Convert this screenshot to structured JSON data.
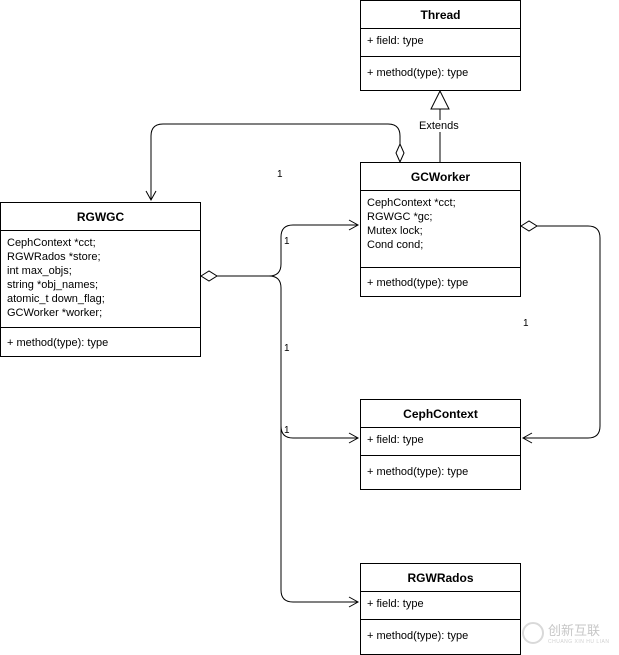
{
  "classes": {
    "thread": {
      "name": "Thread",
      "fields": [
        "+ field: type"
      ],
      "methods": [
        "+ method(type): type"
      ]
    },
    "gcworker": {
      "name": "GCWorker",
      "fields": [
        "CephContext *cct;",
        "RGWGC *gc;",
        "Mutex lock;",
        "Cond cond;"
      ],
      "methods": [
        "+ method(type): type"
      ]
    },
    "rgwgc": {
      "name": "RGWGC",
      "fields": [
        "CephContext *cct;",
        "RGWRados *store;",
        "int max_objs;",
        "string *obj_names;",
        "atomic_t down_flag;",
        "GCWorker *worker;"
      ],
      "methods": [
        "+ method(type): type"
      ]
    },
    "cephcontext": {
      "name": "CephContext",
      "fields": [
        "+ field: type"
      ],
      "methods": [
        "+ method(type): type"
      ]
    },
    "rgwrados": {
      "name": "RGWRados",
      "fields": [
        "+ field: type"
      ],
      "methods": [
        "+ method(type): type"
      ]
    }
  },
  "edges": {
    "extends_label": "Extends",
    "mult_gcworker_rgwgc": "1",
    "mult_rgwgc_gcworker": "1",
    "mult_gcworker_cephcontext": "1",
    "mult_rgwgc_down": "1",
    "mult_rgwgc_cephcontext": "1"
  },
  "watermark": {
    "text": "创新互联",
    "sub": "CHUANG XIN HU LIAN"
  }
}
